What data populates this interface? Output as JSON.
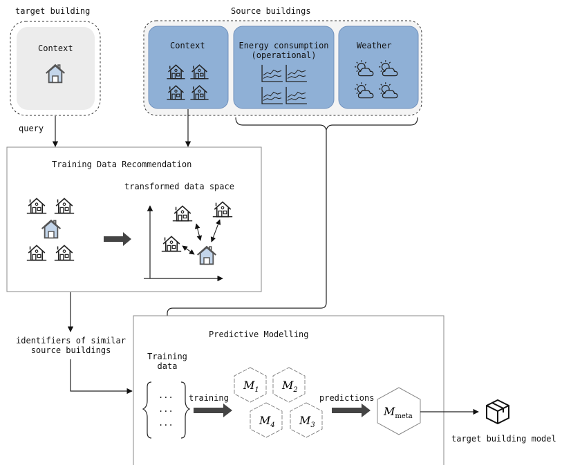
{
  "target": {
    "header": "target building",
    "context": "Context",
    "query": "query"
  },
  "source": {
    "header": "Source buildings",
    "context": "Context",
    "energy_line1": "Energy consumption",
    "energy_line2": "(operational)",
    "weather": "Weather"
  },
  "recommendation": {
    "title": "Training Data Recommendation",
    "space": "transformed data space"
  },
  "identifiers": {
    "line1": "identifiers of similar",
    "line2": "source buildings"
  },
  "predictive": {
    "title": "Predictive Modelling",
    "training_data_line1": "Training",
    "training_data_line2": "data",
    "ellipsis": "...",
    "training": "training",
    "predictions": "predictions",
    "models": [
      {
        "symbol": "M",
        "subscript": "1"
      },
      {
        "symbol": "M",
        "subscript": "2"
      },
      {
        "symbol": "M",
        "subscript": "4"
      },
      {
        "symbol": "M",
        "subscript": "3"
      }
    ],
    "meta": {
      "symbol": "M",
      "subscript": "meta"
    }
  },
  "output": {
    "label": "target building model"
  },
  "colors": {
    "blue_panel": "#8fb0d6",
    "blue_border": "#6f90bc",
    "grey_panel": "#ececec",
    "arrow_fill": "#444444",
    "light_house": "#b8cde6"
  }
}
